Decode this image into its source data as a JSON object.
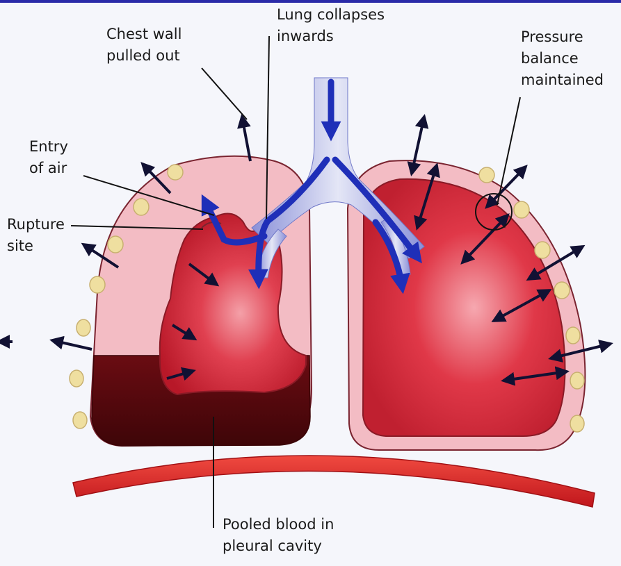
{
  "labels": {
    "lung_collapses": "Lung collapses\ninwards",
    "chest_wall": "Chest wall\npulled out",
    "pressure_balance": "Pressure\nbalance\nmaintained",
    "entry_of_air": "Entry\nof air",
    "rupture_site": "Rupture\nsite",
    "pooled_blood": "Pooled blood in\npleural cavity"
  },
  "colors": {
    "banner": "#2a2aa8",
    "background": "#f5f6fb",
    "pleural_layer": "#f2b8c0",
    "lung_tissue": "#d42838",
    "pooled_blood": "#5a0a0e",
    "airway_arrow": "#1f2fb8",
    "diaphragm": "#d81e24",
    "fat_cells": "#efdfa0",
    "force_arrows": "#111133"
  }
}
